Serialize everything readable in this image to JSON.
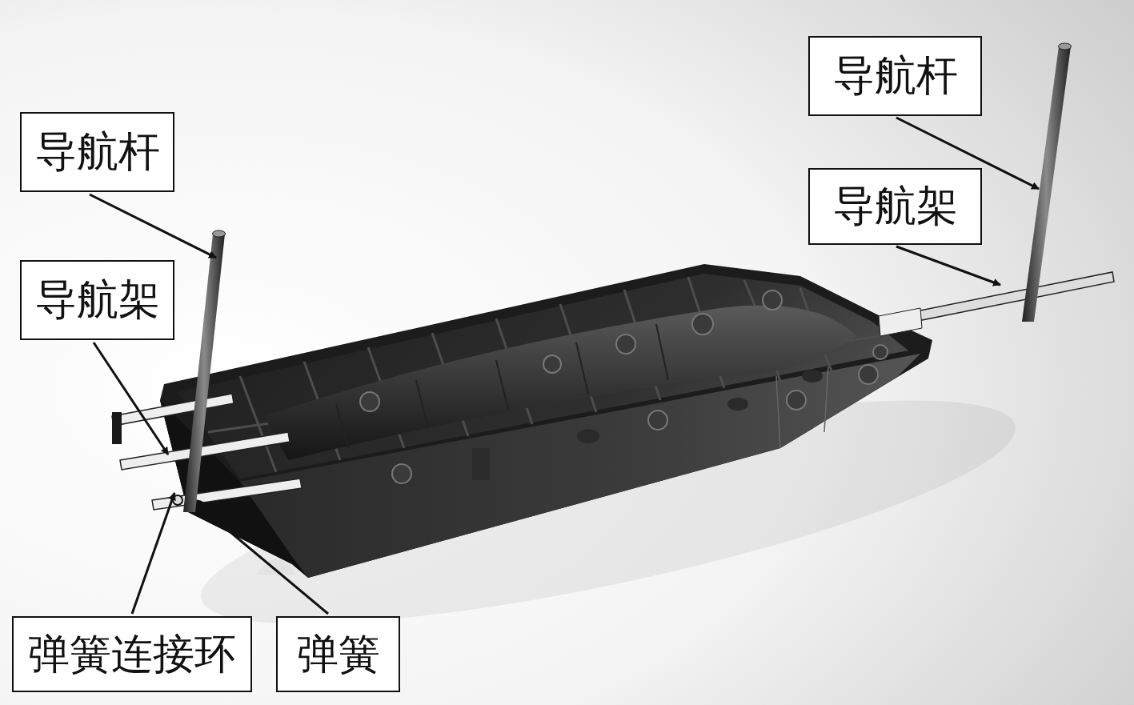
{
  "diagram": {
    "nodes": [
      {
        "text": [
          "导航杆"
        ]
      },
      {
        "text": [
          "导航杆"
        ]
      },
      {
        "text": [
          "导航架"
        ]
      },
      {
        "text": [
          "导航架"
        ]
      },
      {
        "text": [
          "弹簧连接环"
        ]
      },
      {
        "text": [
          "弹簧"
        ]
      }
    ]
  }
}
